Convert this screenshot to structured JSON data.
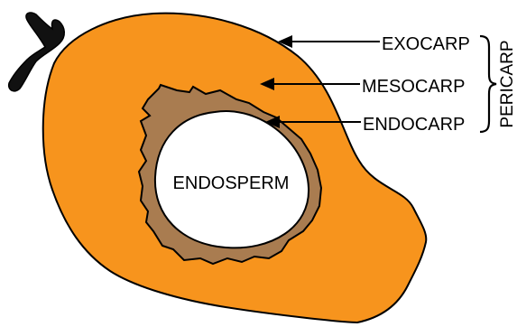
{
  "labels": {
    "exocarp": "EXOCARP",
    "mesocarp": "MESOCARP",
    "endocarp": "ENDOCARP",
    "endosperm": "ENDOSPERM",
    "pericarp": "PERICARP"
  },
  "colors": {
    "exocarp_fill": "#F7941D",
    "endocarp_fill": "#A97C50",
    "endosperm_fill": "#FFFFFF",
    "stem_fill": "#111111",
    "outline": "#000000"
  }
}
